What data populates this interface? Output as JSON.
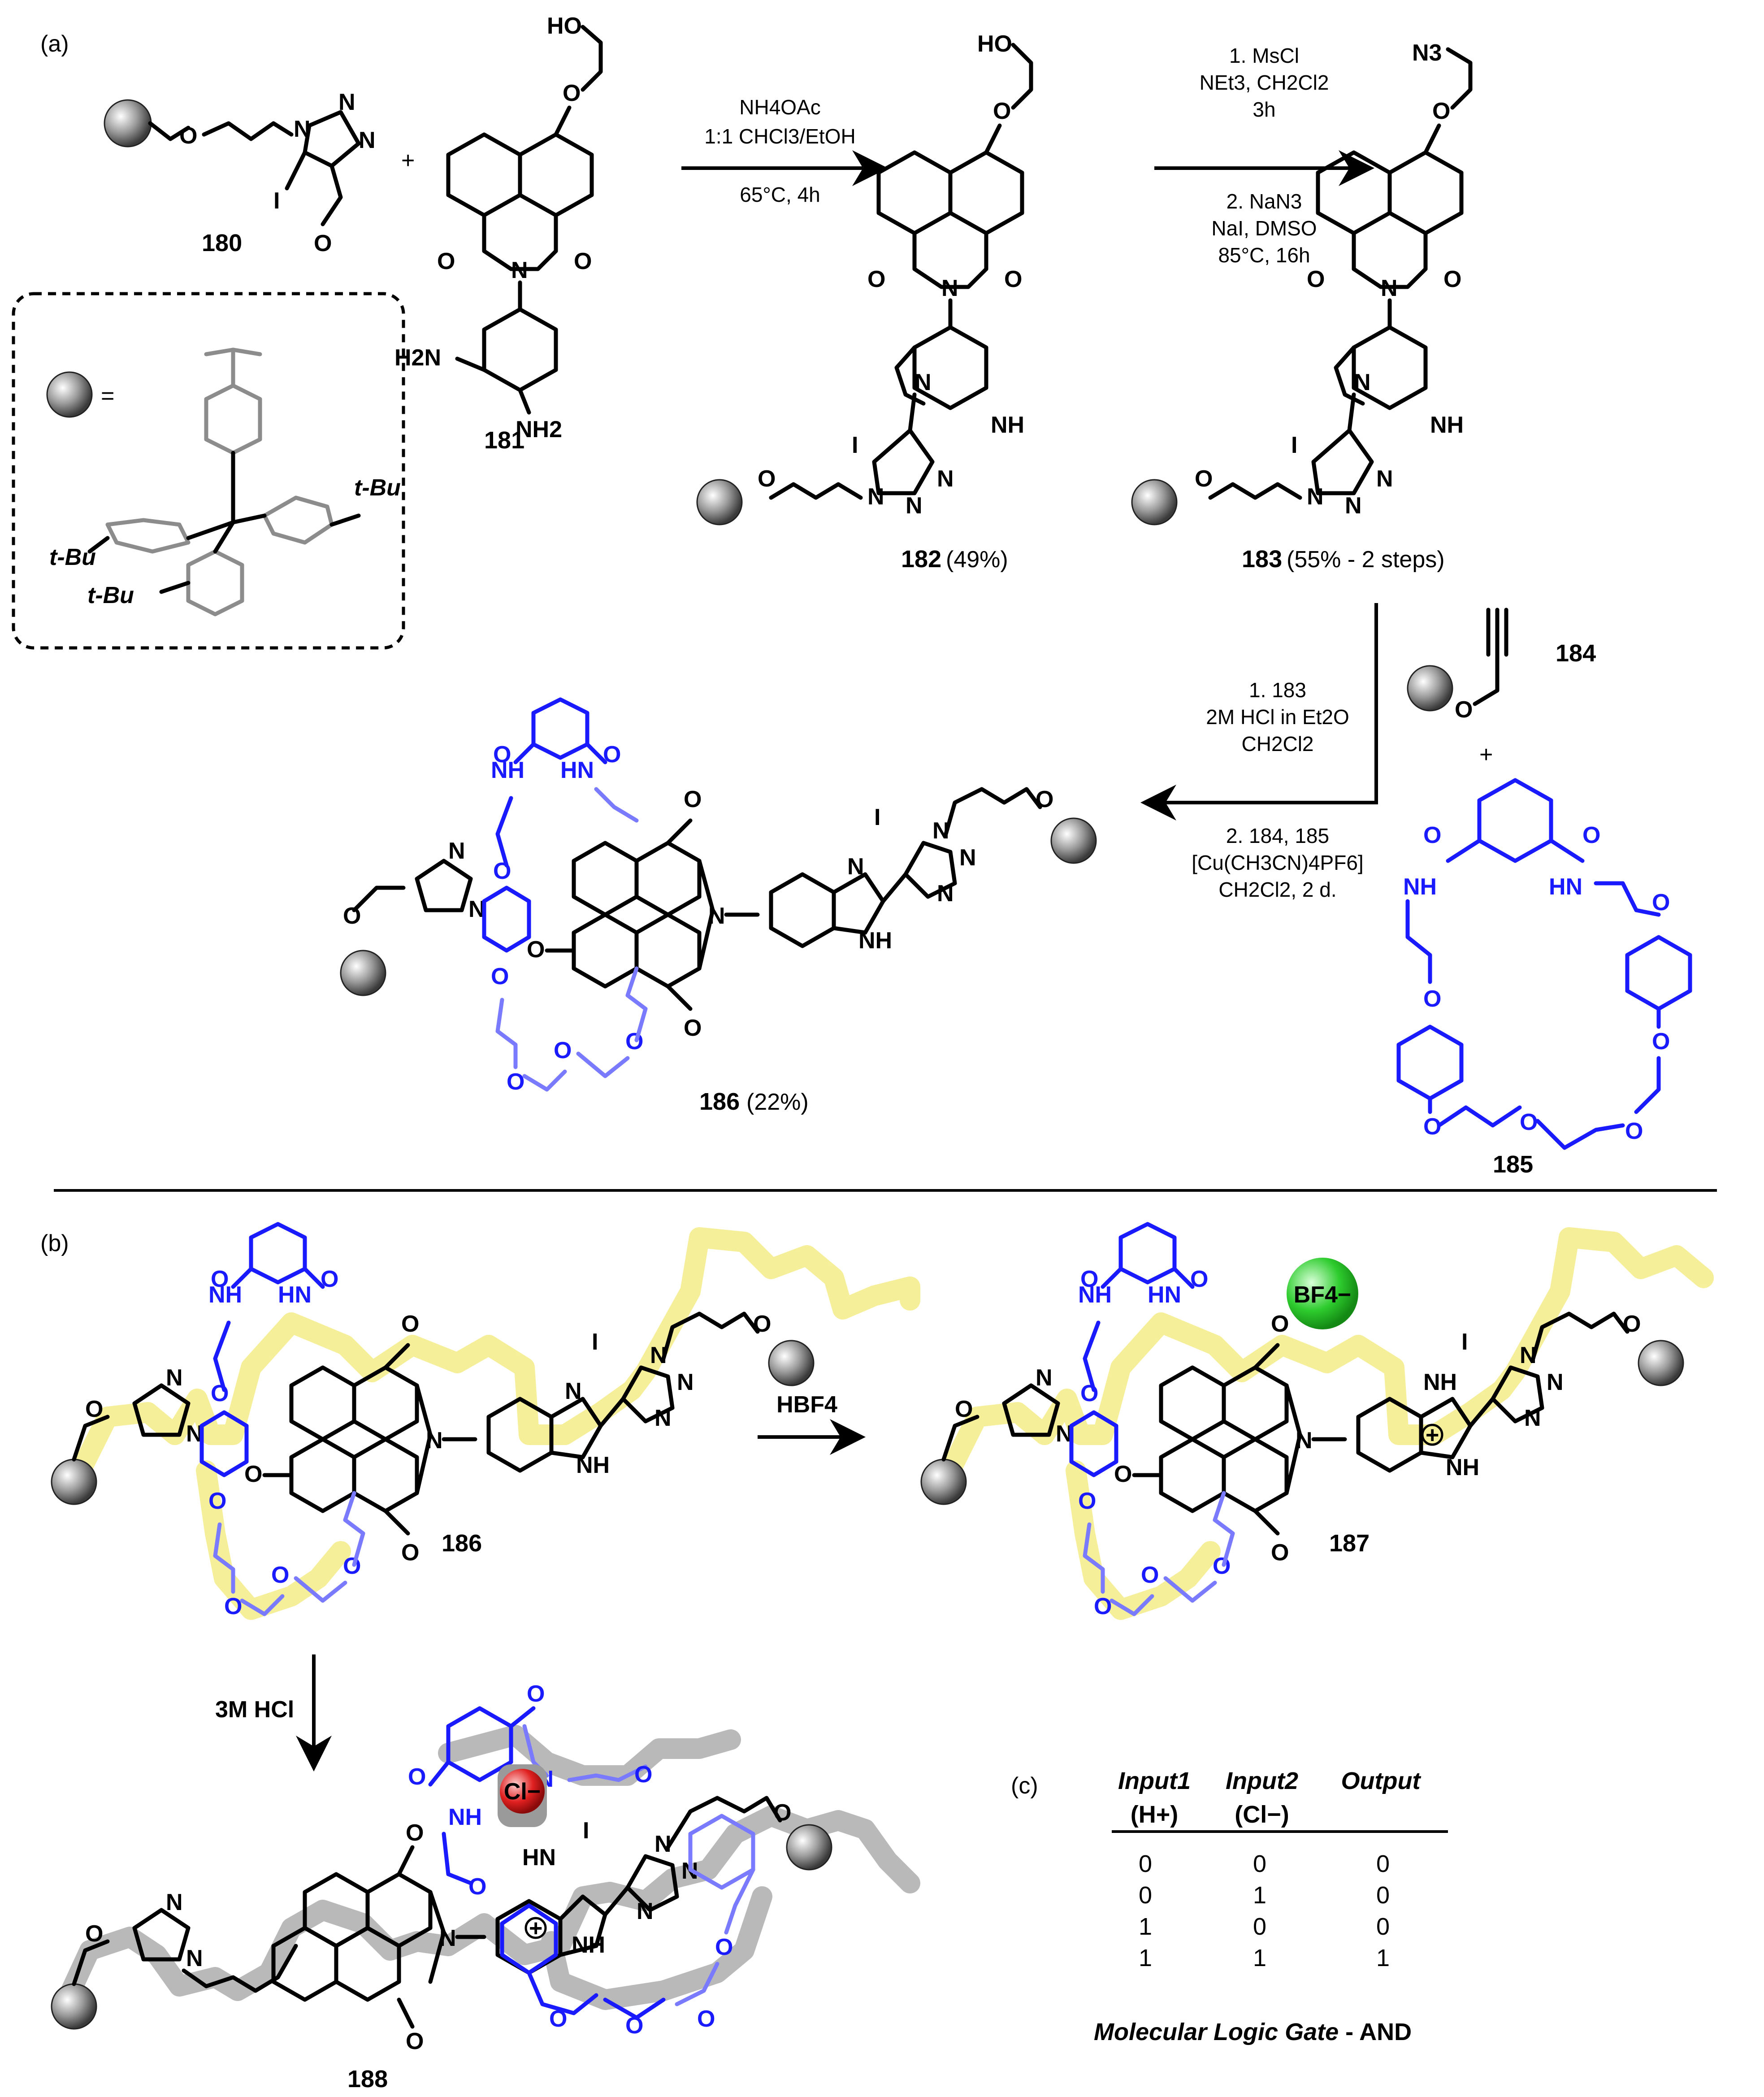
{
  "panels": {
    "a": "(a)",
    "b": "(b)",
    "c": "(c)"
  },
  "legend": {
    "equals": "=",
    "tbu": "t-Bu"
  },
  "compounds": {
    "c180": "180",
    "c181": "181",
    "c182": "182",
    "c182_yield": "(49%)",
    "c183": "183",
    "c183_yield": "(55% - 2 steps)",
    "c184": "184",
    "c185": "185",
    "c186": "186",
    "c186_yield": "(22%)",
    "c186b": "186",
    "c187": "187",
    "c188": "188"
  },
  "plus_signs": [
    "+",
    "+"
  ],
  "conditions": {
    "step1": [
      "NH4OAc",
      "1:1 CHCl3/EtOH",
      "65°C, 4h"
    ],
    "step2": [
      "1. MsCl",
      "NEt3, CH2Cl2",
      "3h",
      "2. NaN3",
      "NaI, DMSO",
      "85°C, 16h"
    ],
    "step3": [
      "1. 183",
      "2M HCl in Et2O",
      "CH2Cl2",
      "2. 184, 185",
      "[Cu(CH3CN)4PF6]",
      "CH2Cl2, 2 d."
    ],
    "step4": "HBF4",
    "step5": "3M HCl"
  },
  "ions": {
    "bf4": "BF4−",
    "cl": "Cl−"
  },
  "atoms": {
    "ho": "HO",
    "n3": "N3",
    "o": "O",
    "n": "N",
    "nh": "NH",
    "hn": "HN",
    "h2n": "H2N",
    "nh2": "NH2",
    "i": "I",
    "plus": "+"
  },
  "logic_table": {
    "headers": [
      "Input1",
      "Input2",
      "Output"
    ],
    "subheaders": [
      "(H+)",
      "(Cl−)",
      ""
    ],
    "rows": [
      [
        "0",
        "0",
        "0"
      ],
      [
        "0",
        "1",
        "0"
      ],
      [
        "1",
        "0",
        "0"
      ],
      [
        "1",
        "1",
        "1"
      ]
    ],
    "caption_main": "Molecular Logic Gate",
    "caption_sep": " - ",
    "caption_gate": "AND"
  },
  "colors": {
    "blue": "#1a1aff",
    "highlight_yellow": "#f6ef9a",
    "highlight_grey": "#b9b9b9",
    "bf4_green": "#2ecc2e",
    "cl_red": "#e02020"
  }
}
